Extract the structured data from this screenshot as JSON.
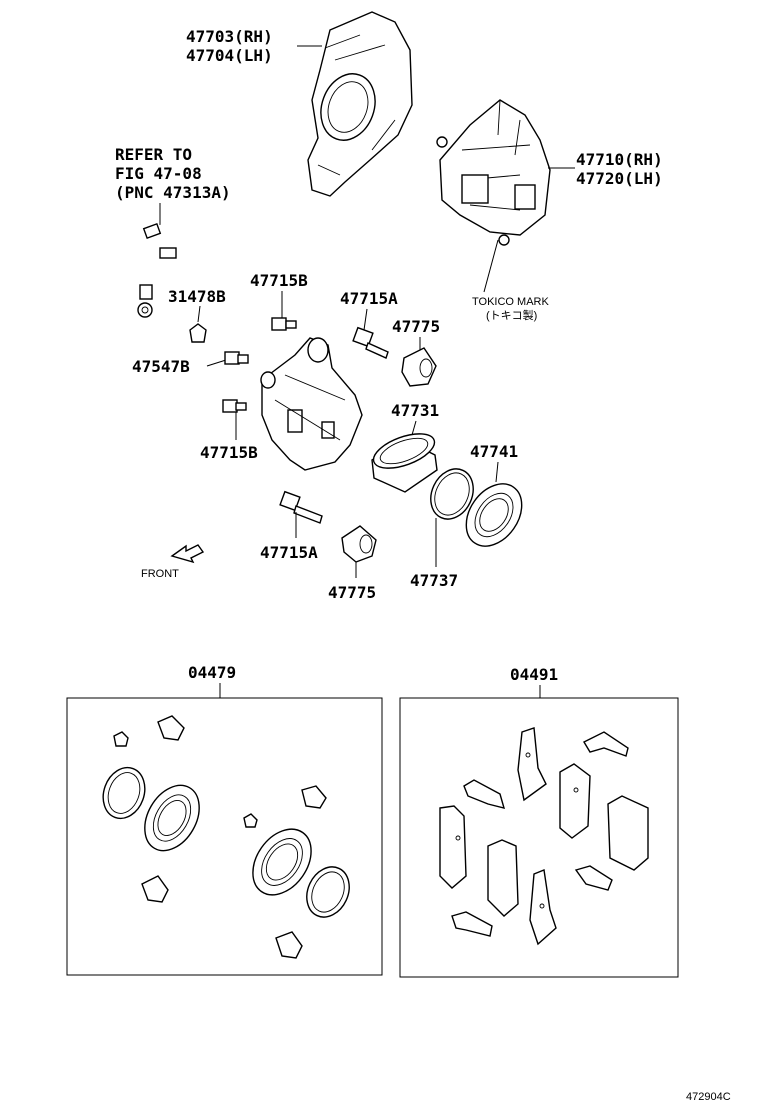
{
  "labels": {
    "shield_rh": "47703(RH)",
    "shield_lh": "47704(LH)",
    "refer_1": "REFER TO",
    "refer_2": "FIG 47-08",
    "refer_3": "(PNC 47313A)",
    "caliper_rh": "47710(RH)",
    "caliper_lh": "47720(LH)",
    "tokico_1": "TOKICO MARK",
    "tokico_2": "(トキコ製)",
    "p31478b": "31478B",
    "p47715b_top": "47715B",
    "p47715a_top": "47715A",
    "p47775_top": "47775",
    "p47547b": "47547B",
    "p47731": "47731",
    "p47715b_bot": "47715B",
    "p47741": "47741",
    "p47715a_bot": "47715A",
    "p47775_bot": "47775",
    "p47737": "47737",
    "front": "FRONT",
    "kit_04479": "04479",
    "kit_04491": "04491",
    "figure_id": "472904C"
  },
  "colors": {
    "ink": "#000000",
    "paper": "#ffffff"
  }
}
